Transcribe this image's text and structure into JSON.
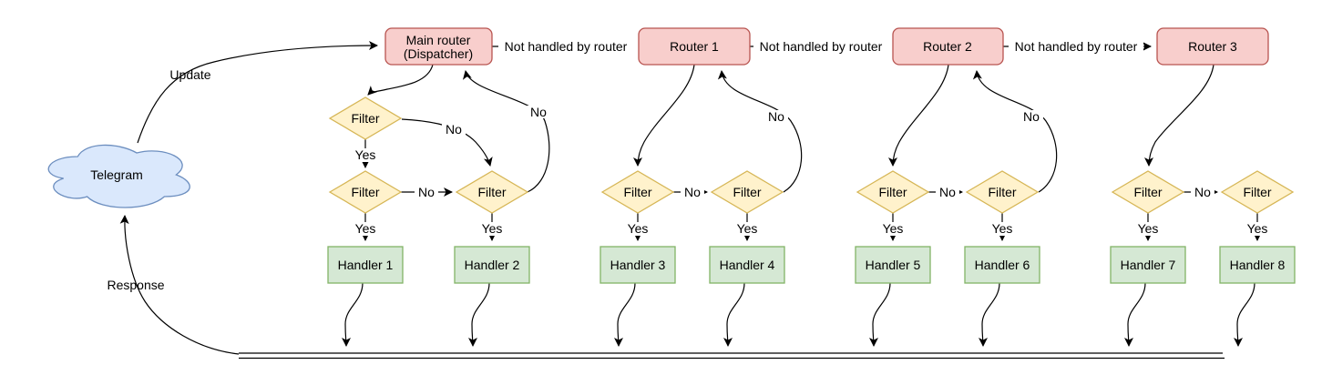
{
  "labels": {
    "telegram": "Telegram",
    "update": "Update",
    "response": "Response",
    "not_handled_by_router": "Not handled by router",
    "filter": "Filter",
    "yes": "Yes",
    "no": "No"
  },
  "routers": [
    {
      "line1": "Main router",
      "line2": "(Dispatcher)"
    },
    {
      "line1": "Router 1"
    },
    {
      "line1": "Router 2"
    },
    {
      "line1": "Router 3"
    }
  ],
  "handlers": [
    {
      "label": "Handler 1"
    },
    {
      "label": "Handler 2"
    },
    {
      "label": "Handler 3"
    },
    {
      "label": "Handler 4"
    },
    {
      "label": "Handler 5"
    },
    {
      "label": "Handler 6"
    },
    {
      "label": "Handler 7"
    },
    {
      "label": "Handler 8"
    }
  ],
  "colors": {
    "router_fill": "#f8cecc",
    "router_stroke": "#b85450",
    "filter_fill": "#fff2cc",
    "filter_stroke": "#d6b656",
    "handler_fill": "#d5e8d4",
    "handler_stroke": "#82b366",
    "cloud_fill": "#dae8fc",
    "cloud_stroke": "#6c8ebf",
    "connector": "#000000",
    "background": "#ffffff"
  }
}
